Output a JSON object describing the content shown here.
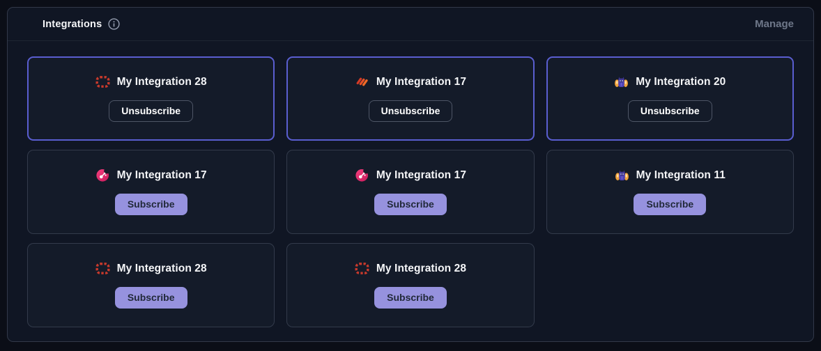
{
  "panel": {
    "title": "Integrations",
    "manage_label": "Manage"
  },
  "colors": {
    "page_background": "#0b0e17",
    "panel_background": "#101624",
    "card_background": "#141b29",
    "subscribed_border": "#5a5ed0",
    "subscribe_button_background": "#9692de",
    "subscribe_button_text": "#212939",
    "unsubscribe_button_border": "#4e5666",
    "manage_text": "#6e7789",
    "red_icon": "#c93a2c",
    "orange_icon": "#e8502a",
    "pink_icon": "#e0246e",
    "mascot_purple": "#4f42b5",
    "mascot_orange": "#f2a33c"
  },
  "cards": [
    {
      "title": "My Integration 28",
      "icon": "red-dashed-grid-icon",
      "button_label": "Unsubscribe",
      "state": "subscribed"
    },
    {
      "title": "My Integration 17",
      "icon": "orange-slashes-icon",
      "button_label": "Unsubscribe",
      "state": "subscribed"
    },
    {
      "title": "My Integration 20",
      "icon": "mascot-icon",
      "button_label": "Unsubscribe",
      "state": "subscribed"
    },
    {
      "title": "My Integration 17",
      "icon": "pink-molecule-icon",
      "button_label": "Subscribe",
      "state": "unsubscribed"
    },
    {
      "title": "My Integration 17",
      "icon": "pink-molecule-icon",
      "button_label": "Subscribe",
      "state": "unsubscribed"
    },
    {
      "title": "My Integration 11",
      "icon": "mascot-icon",
      "button_label": "Subscribe",
      "state": "unsubscribed"
    },
    {
      "title": "My Integration 28",
      "icon": "red-dashed-grid-icon",
      "button_label": "Subscribe",
      "state": "unsubscribed"
    },
    {
      "title": "My Integration 28",
      "icon": "red-dashed-grid-icon",
      "button_label": "Subscribe",
      "state": "unsubscribed"
    }
  ]
}
